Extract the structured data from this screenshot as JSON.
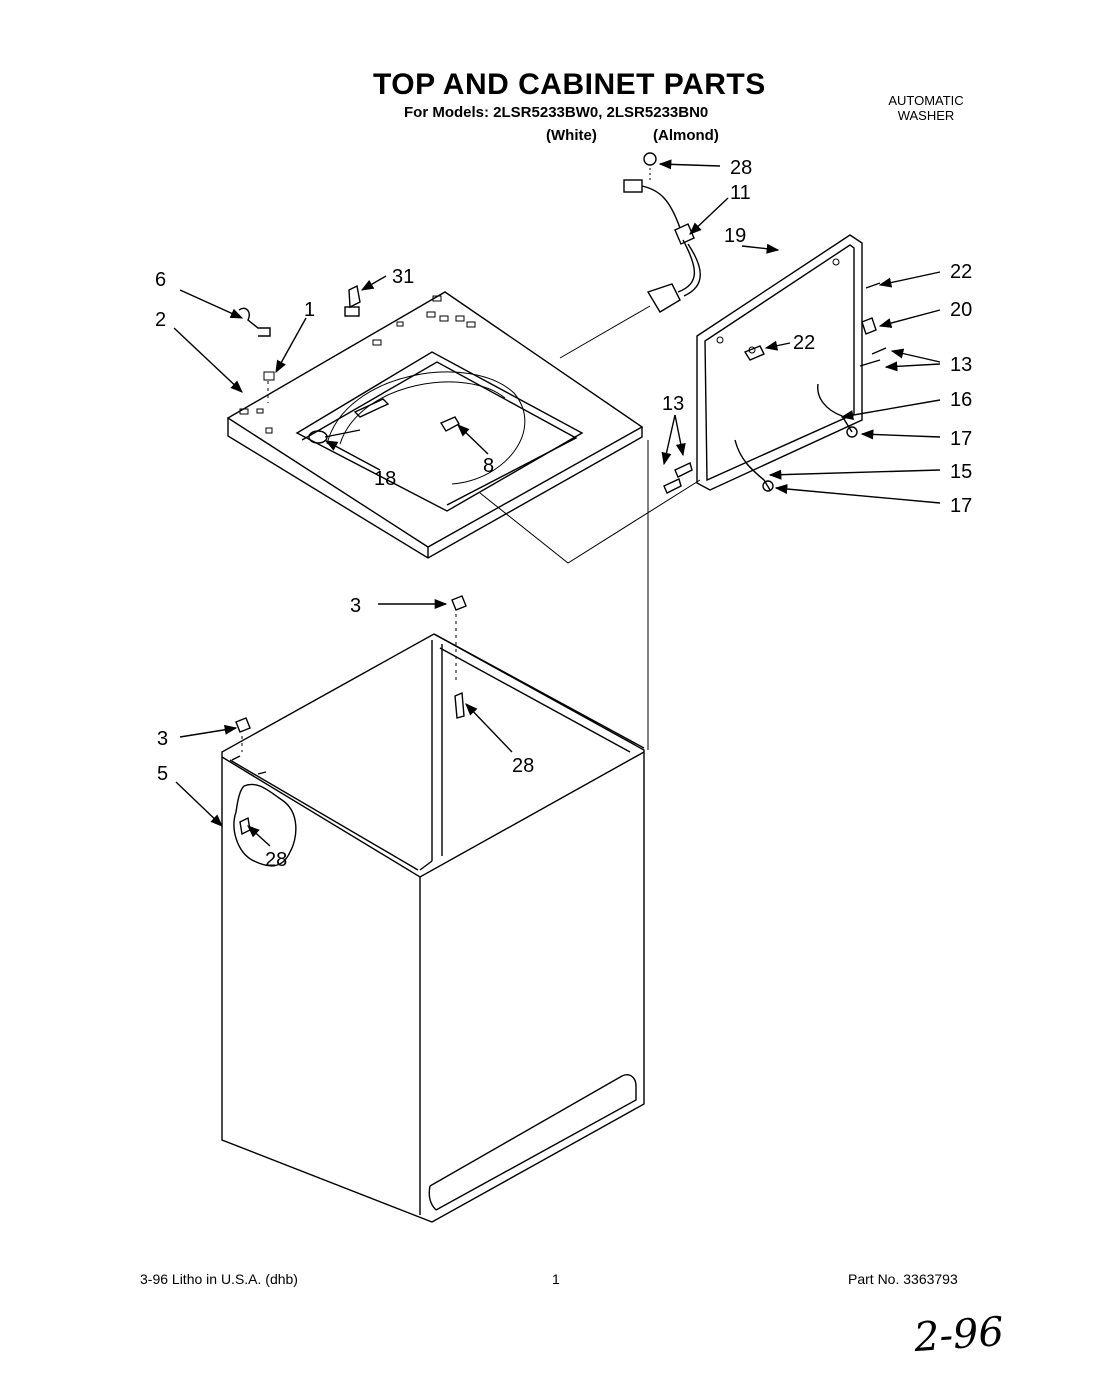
{
  "header": {
    "title": "TOP AND CABINET PARTS",
    "models": "For Models: 2LSR5233BW0, 2LSR5233BN0",
    "variant_white": "(White)",
    "variant_almond": "(Almond)",
    "product_line1": "AUTOMATIC",
    "product_line2": "WASHER"
  },
  "callouts": [
    {
      "id": "c28-top",
      "label": "28"
    },
    {
      "id": "c11",
      "label": "11"
    },
    {
      "id": "c19",
      "label": "19"
    },
    {
      "id": "c22-right",
      "label": "22"
    },
    {
      "id": "c20",
      "label": "20"
    },
    {
      "id": "c22-inner",
      "label": "22"
    },
    {
      "id": "c13-right",
      "label": "13"
    },
    {
      "id": "c16",
      "label": "16"
    },
    {
      "id": "c17-upper",
      "label": "17"
    },
    {
      "id": "c15",
      "label": "15"
    },
    {
      "id": "c17-lower",
      "label": "17"
    },
    {
      "id": "c13-left",
      "label": "13"
    },
    {
      "id": "c6",
      "label": "6"
    },
    {
      "id": "c31",
      "label": "31"
    },
    {
      "id": "c1",
      "label": "1"
    },
    {
      "id": "c2",
      "label": "2"
    },
    {
      "id": "c8",
      "label": "8"
    },
    {
      "id": "c18",
      "label": "18"
    },
    {
      "id": "c3-upper",
      "label": "3"
    },
    {
      "id": "c28-mid",
      "label": "28"
    },
    {
      "id": "c3-lower",
      "label": "3"
    },
    {
      "id": "c5",
      "label": "5"
    },
    {
      "id": "c28-lower",
      "label": "28"
    }
  ],
  "footer": {
    "print_info": "3-96 Litho in U.S.A. (dhb)",
    "page_number": "1",
    "part_number": "Part No. 3363793"
  },
  "handwritten_note": "2-96"
}
